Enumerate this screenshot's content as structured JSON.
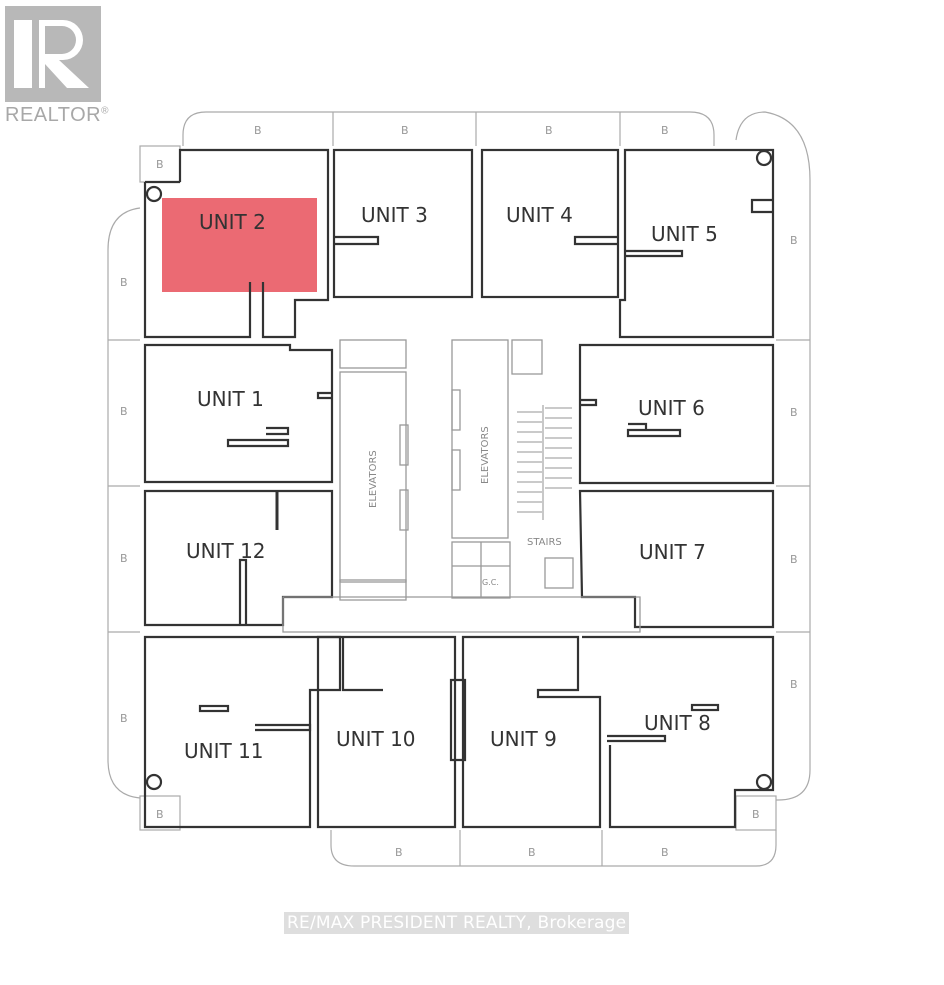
{
  "logo": {
    "text": "REALTOR",
    "mark": "®",
    "icon": "realtor-r-icon"
  },
  "floorplan": {
    "highlight_color": "#e8505b",
    "highlighted_unit": "UNIT 2",
    "units": [
      {
        "id": "unit-1",
        "label": "UNIT 1"
      },
      {
        "id": "unit-2",
        "label": "UNIT 2"
      },
      {
        "id": "unit-3",
        "label": "UNIT 3"
      },
      {
        "id": "unit-4",
        "label": "UNIT 4"
      },
      {
        "id": "unit-5",
        "label": "UNIT 5"
      },
      {
        "id": "unit-6",
        "label": "UNIT 6"
      },
      {
        "id": "unit-7",
        "label": "UNIT 7"
      },
      {
        "id": "unit-8",
        "label": "UNIT 8"
      },
      {
        "id": "unit-9",
        "label": "UNIT 9"
      },
      {
        "id": "unit-10",
        "label": "UNIT 10"
      },
      {
        "id": "unit-11",
        "label": "UNIT 11"
      },
      {
        "id": "unit-12",
        "label": "UNIT 12"
      }
    ],
    "core": {
      "elevators_left": "ELEVATORS",
      "elevators_right": "ELEVATORS",
      "stairs": "STAIRS",
      "gc": "G.C."
    },
    "balcony_label": "B"
  },
  "watermark": "RE/MAX PRESIDENT REALTY, Brokerage"
}
